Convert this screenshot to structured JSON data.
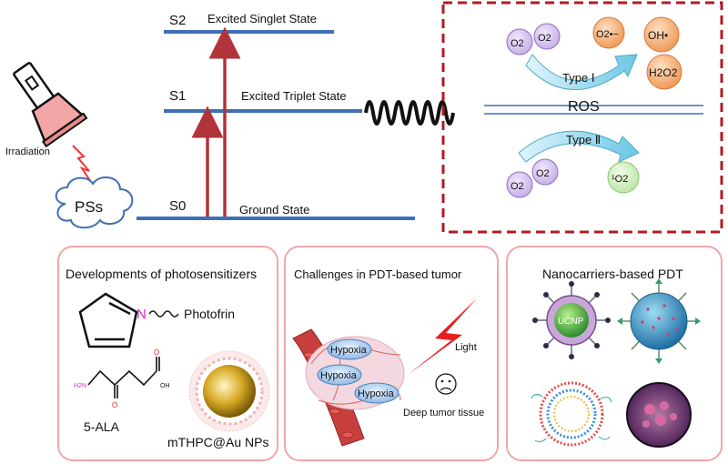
{
  "energy_levels": {
    "s2": {
      "label": "S2",
      "name": "Excited Singlet State"
    },
    "s1": {
      "label": "S1",
      "name": "Excited Triplet State"
    },
    "s0": {
      "label": "S0",
      "name": "Ground State"
    }
  },
  "irradiation_label": "Irradiation",
  "pss_label": "PSs",
  "ros_box": {
    "ros_label": "ROS",
    "type1_label": "Type Ⅰ",
    "type2_label": "Type Ⅱ",
    "o2_label": "O2",
    "superoxide_label": "O2•−",
    "hydroxyl_label": "OH•",
    "peroxide_label": "H2O2",
    "singlet_oxygen_label": "¹O2"
  },
  "panels": {
    "developments": {
      "title": "Developments of photosensitizers",
      "photofrin_label": "Photofrin",
      "n_atom": "N",
      "ala_label": "5-ALA",
      "h2n_label": "H2N",
      "o_label": "O",
      "oh_label": "OH",
      "mthpc_label": "mTHPC@Au NPs"
    },
    "challenges": {
      "title": "Challenges in PDT-based tumor",
      "hypoxia_label": "Hypoxia",
      "light_label": "Light",
      "deep_tissue_label": "Deep tumor tissue"
    },
    "nanocarriers": {
      "title": "Nanocarriers-based PDT",
      "ucnp_label": "UCNP"
    }
  },
  "colors": {
    "level_line": "#3f6fb5",
    "arrow": "#b0343a",
    "dashed_box": "#b01c22",
    "panel_border": "#f0a7a7",
    "o2_fill": "#d9c8ef",
    "product_fill": "#f6b27b",
    "singlet_fill": "#d4f0c6",
    "curve_arrow": "#7ed0e8"
  }
}
